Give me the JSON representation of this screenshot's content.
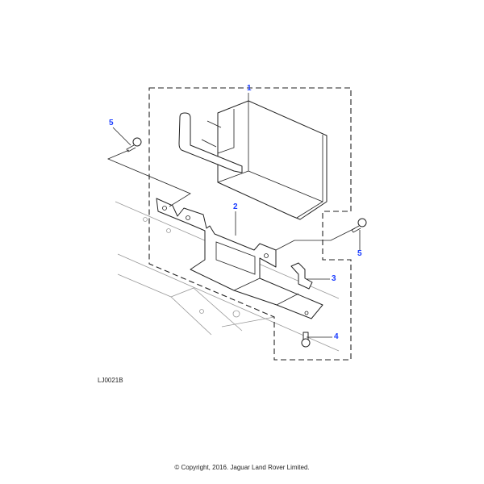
{
  "diagram": {
    "callouts": [
      "1",
      "2",
      "3",
      "4",
      "5",
      "5"
    ],
    "reference_code": "LJ0021B",
    "copyright": "© Copyright, 2016. Jaguar Land Rover Limited.",
    "callout_color": "#1a3cff"
  }
}
